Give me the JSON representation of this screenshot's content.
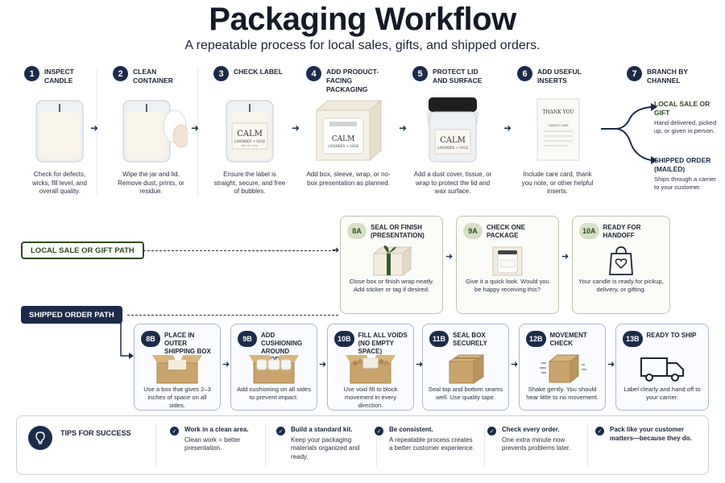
{
  "header": {
    "title": "Packaging Workflow",
    "subtitle": "A repeatable process for local sales, gifts, and shipped orders."
  },
  "steps": [
    {
      "num": "1",
      "label": "INSPECT CANDLE",
      "desc": "Check for defects, wicks, fill level, and overall quality."
    },
    {
      "num": "2",
      "label": "CLEAN CONTAINER",
      "desc": "Wipe the jar and lid. Remove dust, prints, or residue."
    },
    {
      "num": "3",
      "label": "CHECK LABEL",
      "desc": "Ensure the label is straight, secure, and free of bubbles."
    },
    {
      "num": "4",
      "label": "ADD PRODUCT-FACING PACKAGING",
      "desc": "Add box, sleeve, wrap, or no-box presentation as planned."
    },
    {
      "num": "5",
      "label": "PROTECT LID AND SURFACE",
      "desc": "Add a dust cover, tissue, or wrap to protect the lid and wax surface."
    },
    {
      "num": "6",
      "label": "ADD USEFUL INSERTS",
      "desc": "Include care card, thank you note, or other helpful inserts."
    },
    {
      "num": "7",
      "label": "BRANCH BY CHANNEL"
    }
  ],
  "jar_label": {
    "brand": "CALM",
    "scent": "LAVENDER + SAGE",
    "fine": "NET WT 8 OZ"
  },
  "insert_card": {
    "heading": "THANK YOU",
    "sub": "CANDLE CARE"
  },
  "branch": {
    "local": {
      "title": "LOCAL SALE OR GIFT",
      "desc": "Hand delivered, picked up, or given in person."
    },
    "shipped": {
      "title": "SHIPPED ORDER (MAILED)",
      "desc": "Ships through a carrier to your customer."
    }
  },
  "paths": {
    "local_label": "LOCAL SALE OR GIFT PATH",
    "shipped_label": "SHIPPED ORDER PATH"
  },
  "local_cards": [
    {
      "num": "8A",
      "label": "SEAL OR FINISH (PRESENTATION)",
      "desc": "Close box or finish wrap neatly. Add sticker or tag if desired."
    },
    {
      "num": "9A",
      "label": "CHECK ONE PACKAGE",
      "desc": "Give it a quick look. Would you be happy receiving this?"
    },
    {
      "num": "10A",
      "label": "READY FOR HANDOFF",
      "desc": "Your candle is ready for pickup, delivery, or gifting."
    }
  ],
  "ship_cards": [
    {
      "num": "8B",
      "label": "PLACE IN OUTER SHIPPING BOX",
      "desc": "Use a box that gives 2–3 inches of space on all sides."
    },
    {
      "num": "9B",
      "label": "ADD CUSHIONING AROUND PRODUCT",
      "desc": "Add cushioning on all sides to prevent impact."
    },
    {
      "num": "10B",
      "label": "FILL ALL VOIDS (NO EMPTY SPACE)",
      "desc": "Use void fill to block movement in every direction."
    },
    {
      "num": "11B",
      "label": "SEAL BOX SECURELY",
      "desc": "Seal top and bottom seams well. Use quality tape."
    },
    {
      "num": "12B",
      "label": "MOVEMENT CHECK",
      "desc": "Shake gently. You should hear little to no movement."
    },
    {
      "num": "13B",
      "label": "READY TO SHIP",
      "desc": "Label clearly and hand off to your carrier."
    }
  ],
  "tips": {
    "title": "TIPS FOR SUCCESS",
    "items": [
      {
        "title": "Work in a clean area.",
        "desc": "Clean work = better presentation."
      },
      {
        "title": "Build a standard kit.",
        "desc": "Keep your packaging materials organized and ready."
      },
      {
        "title": "Be consistent.",
        "desc": "A repeatable process creates a better customer experience."
      },
      {
        "title": "Check every order.",
        "desc": "One extra minute now prevents problems later."
      },
      {
        "title": "Pack like your customer matters—because they do.",
        "desc": ""
      }
    ]
  },
  "colors": {
    "navy": "#1c2b4a",
    "green": "#2e4a1f",
    "kraft": "#c9a46e"
  }
}
